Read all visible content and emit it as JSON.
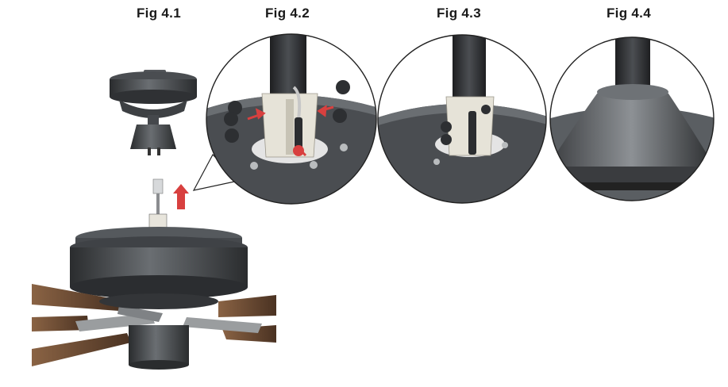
{
  "figures": [
    {
      "label": "Fig 4.1"
    },
    {
      "label": "Fig 4.2"
    },
    {
      "label": "Fig 4.3"
    },
    {
      "label": "Fig 4.4"
    }
  ],
  "colors": {
    "metal_dark": "#3a3d40",
    "metal_mid": "#5a5e62",
    "collar": "#e6e3d8",
    "arrow_red": "#d8403f",
    "blade_wood": "#6b4a32"
  }
}
